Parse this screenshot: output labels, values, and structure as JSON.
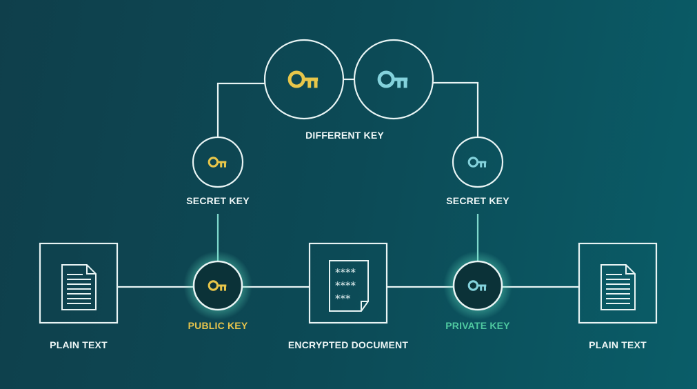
{
  "colors": {
    "line": "#e8f4f4",
    "yellow_key": "#e8c64a",
    "blue_key": "#84d2dc",
    "public_label": "#e6c44c",
    "private_label": "#4fc9a0",
    "label": "#eef6f6",
    "glow": "#5fe0c0"
  },
  "labels": {
    "different_key": "DIFFERENT KEY",
    "secret_key_left": "SECRET KEY",
    "secret_key_right": "SECRET KEY",
    "plain_text_left": "PLAIN TEXT",
    "public_key": "PUBLIC KEY",
    "encrypted_document": "ENCRYPTED DOCUMENT",
    "private_key": "PRIVATE KEY",
    "plain_text_right": "PLAIN TEXT"
  },
  "encrypted_lines": [
    "****",
    "****",
    "***"
  ],
  "icons": {
    "key": "key-icon",
    "document": "document-icon",
    "encrypted": "encrypted-document-icon"
  }
}
